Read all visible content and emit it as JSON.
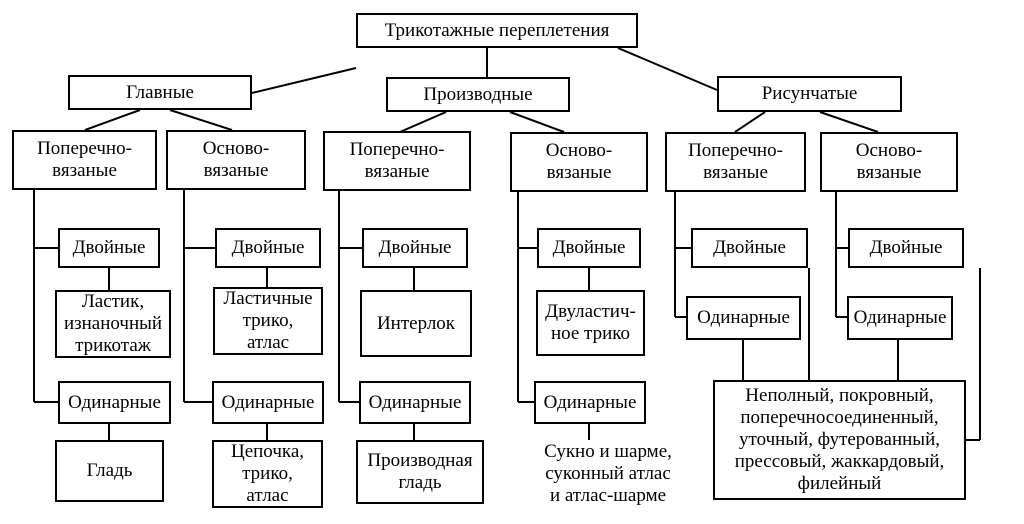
{
  "root": "Трикотажные переплетения",
  "categories": {
    "main": "Главные",
    "derived": "Производные",
    "pattern": "Рисунчатые"
  },
  "branches": {
    "main_weft": "Поперечно-\nвязаные",
    "main_warp": "Осново-\nвязаные",
    "derived_weft": "Поперечно-\nвязаные",
    "derived_warp": "Осново-\nвязаные",
    "pattern_weft": "Поперечно-\nвязаные",
    "pattern_warp": "Осново-\nвязаные"
  },
  "nodes": {
    "c1_double": "Двойные",
    "c1_double_ex": "Ластик,\nизнаночный\nтрикотаж",
    "c1_single": "Одинарные",
    "c1_single_ex": "Гладь",
    "c2_double": "Двойные",
    "c2_double_ex": "Ластичные\nтрико,\nатлас",
    "c2_single": "Одинарные",
    "c2_single_ex": "Цепочка,\nтрико,\nатлас",
    "c3_double": "Двойные",
    "c3_double_ex": "Интерлок",
    "c3_single": "Одинарные",
    "c3_single_ex": "Производная\nгладь",
    "c4_double": "Двойные",
    "c4_double_ex": "Двуластич-\nное трико",
    "c4_single": "Одинарные",
    "c4_single_ex": "Сукно и шарме,\nсуконный атлас\nи атлас-шарме",
    "c5_double": "Двойные",
    "c5_single": "Одинарные",
    "c6_double": "Двойные",
    "c6_single": "Одинарные",
    "pattern_ex": "Неполный, покровный,\nпоперечносоединенный,\nуточный, футерованный,\nпрессовый, жаккардовый,\nфилейный"
  }
}
